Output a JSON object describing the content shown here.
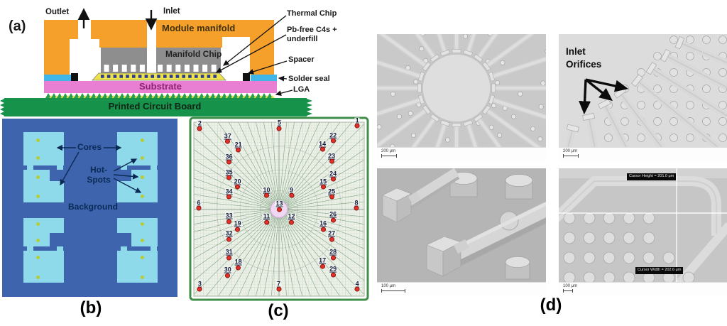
{
  "figure": {
    "panel_a": {
      "label": "(a)",
      "annotations": {
        "outlet": "Outlet",
        "inlet": "Inlet",
        "module_manifold": "Module manifold",
        "manifold_chip": "Manifold Chip",
        "thermal_chip": "Thermal Chip",
        "c4_line1": "Pb-free C4s +",
        "c4_line2": "underfill",
        "spacer": "Spacer",
        "solder_seal": "Solder seal",
        "lga": "LGA",
        "substrate": "Substrate",
        "pcb": "Printed Circuit Board"
      }
    },
    "panel_b": {
      "label": "(b)",
      "annotations": {
        "cores": "Cores",
        "hot_spots_line1": "Hot-",
        "hot_spots_line2": "Spots",
        "background": "Background"
      }
    },
    "panel_c": {
      "label": "(c)",
      "points": [
        {
          "n": "1",
          "x": 95.9,
          "y": 2.4
        },
        {
          "n": "2",
          "x": 3.5,
          "y": 3.9
        },
        {
          "n": "3",
          "x": 3.5,
          "y": 96.3
        },
        {
          "n": "4",
          "x": 95.9,
          "y": 96.3
        },
        {
          "n": "5",
          "x": 50.2,
          "y": 3.7
        },
        {
          "n": "6",
          "x": 2.9,
          "y": 49.6
        },
        {
          "n": "7",
          "x": 49.8,
          "y": 96.3
        },
        {
          "n": "8",
          "x": 95.4,
          "y": 49.6
        },
        {
          "n": "9",
          "x": 57.3,
          "y": 42.3
        },
        {
          "n": "10",
          "x": 42.7,
          "y": 42.3
        },
        {
          "n": "11",
          "x": 42.7,
          "y": 57.7
        },
        {
          "n": "12",
          "x": 57.3,
          "y": 57.7
        },
        {
          "n": "13",
          "x": 50.2,
          "y": 50.4
        },
        {
          "n": "14",
          "x": 75.5,
          "y": 15.9
        },
        {
          "n": "15",
          "x": 75.9,
          "y": 37.4
        },
        {
          "n": "16",
          "x": 75.9,
          "y": 61.8
        },
        {
          "n": "17",
          "x": 75.5,
          "y": 82.9
        },
        {
          "n": "18",
          "x": 26.1,
          "y": 83.7
        },
        {
          "n": "19",
          "x": 25.7,
          "y": 61.8
        },
        {
          "n": "20",
          "x": 25.7,
          "y": 37.4
        },
        {
          "n": "21",
          "x": 26.1,
          "y": 16.3
        },
        {
          "n": "22",
          "x": 81.7,
          "y": 11.0
        },
        {
          "n": "23",
          "x": 80.9,
          "y": 22.8
        },
        {
          "n": "24",
          "x": 81.7,
          "y": 32.9
        },
        {
          "n": "25",
          "x": 80.9,
          "y": 43.1
        },
        {
          "n": "26",
          "x": 81.7,
          "y": 56.5
        },
        {
          "n": "27",
          "x": 80.9,
          "y": 67.5
        },
        {
          "n": "28",
          "x": 81.7,
          "y": 78.0
        },
        {
          "n": "29",
          "x": 81.7,
          "y": 87.8
        },
        {
          "n": "30",
          "x": 19.9,
          "y": 88.2
        },
        {
          "n": "31",
          "x": 20.7,
          "y": 78.0
        },
        {
          "n": "32",
          "x": 20.7,
          "y": 67.5
        },
        {
          "n": "33",
          "x": 20.7,
          "y": 57.3
        },
        {
          "n": "34",
          "x": 20.7,
          "y": 43.1
        },
        {
          "n": "35",
          "x": 20.7,
          "y": 32.1
        },
        {
          "n": "36",
          "x": 20.7,
          "y": 23.2
        },
        {
          "n": "37",
          "x": 19.9,
          "y": 11.4
        }
      ]
    },
    "panel_d": {
      "label": "(d)",
      "sem_top_left": {
        "scale_bar": "200 μm"
      },
      "sem_top_right": {
        "scale_bar": "200 μm",
        "annotation_line1": "Inlet",
        "annotation_line2": "Orifices"
      },
      "sem_bottom_left": {
        "scale_bar": "100 μm"
      },
      "sem_bottom_right": {
        "scale_bar": "100 μm",
        "cursor_height_label": "Cursor Height = 201.0 μm",
        "cursor_width_label": "Cursor Width = 202.6 μm"
      }
    },
    "colors": {
      "manifold_orange": "#F5A02B",
      "manifold_chip_gray": "#8E8E8E",
      "underfill_yellow": "#EFE34B",
      "c4_navy": "#2F3C94",
      "solder_seal_cyan": "#41B6E8",
      "substrate_pink": "#E97FD3",
      "pcb_green": "#17924A",
      "floorplan_background_blue": "#3E64AE",
      "core_cyan": "#8ED9EA",
      "hotspot_yellow": "#B8CC33",
      "layout_frame_green": "#3F8F4A",
      "measurement_point_red": "#E23128"
    }
  }
}
